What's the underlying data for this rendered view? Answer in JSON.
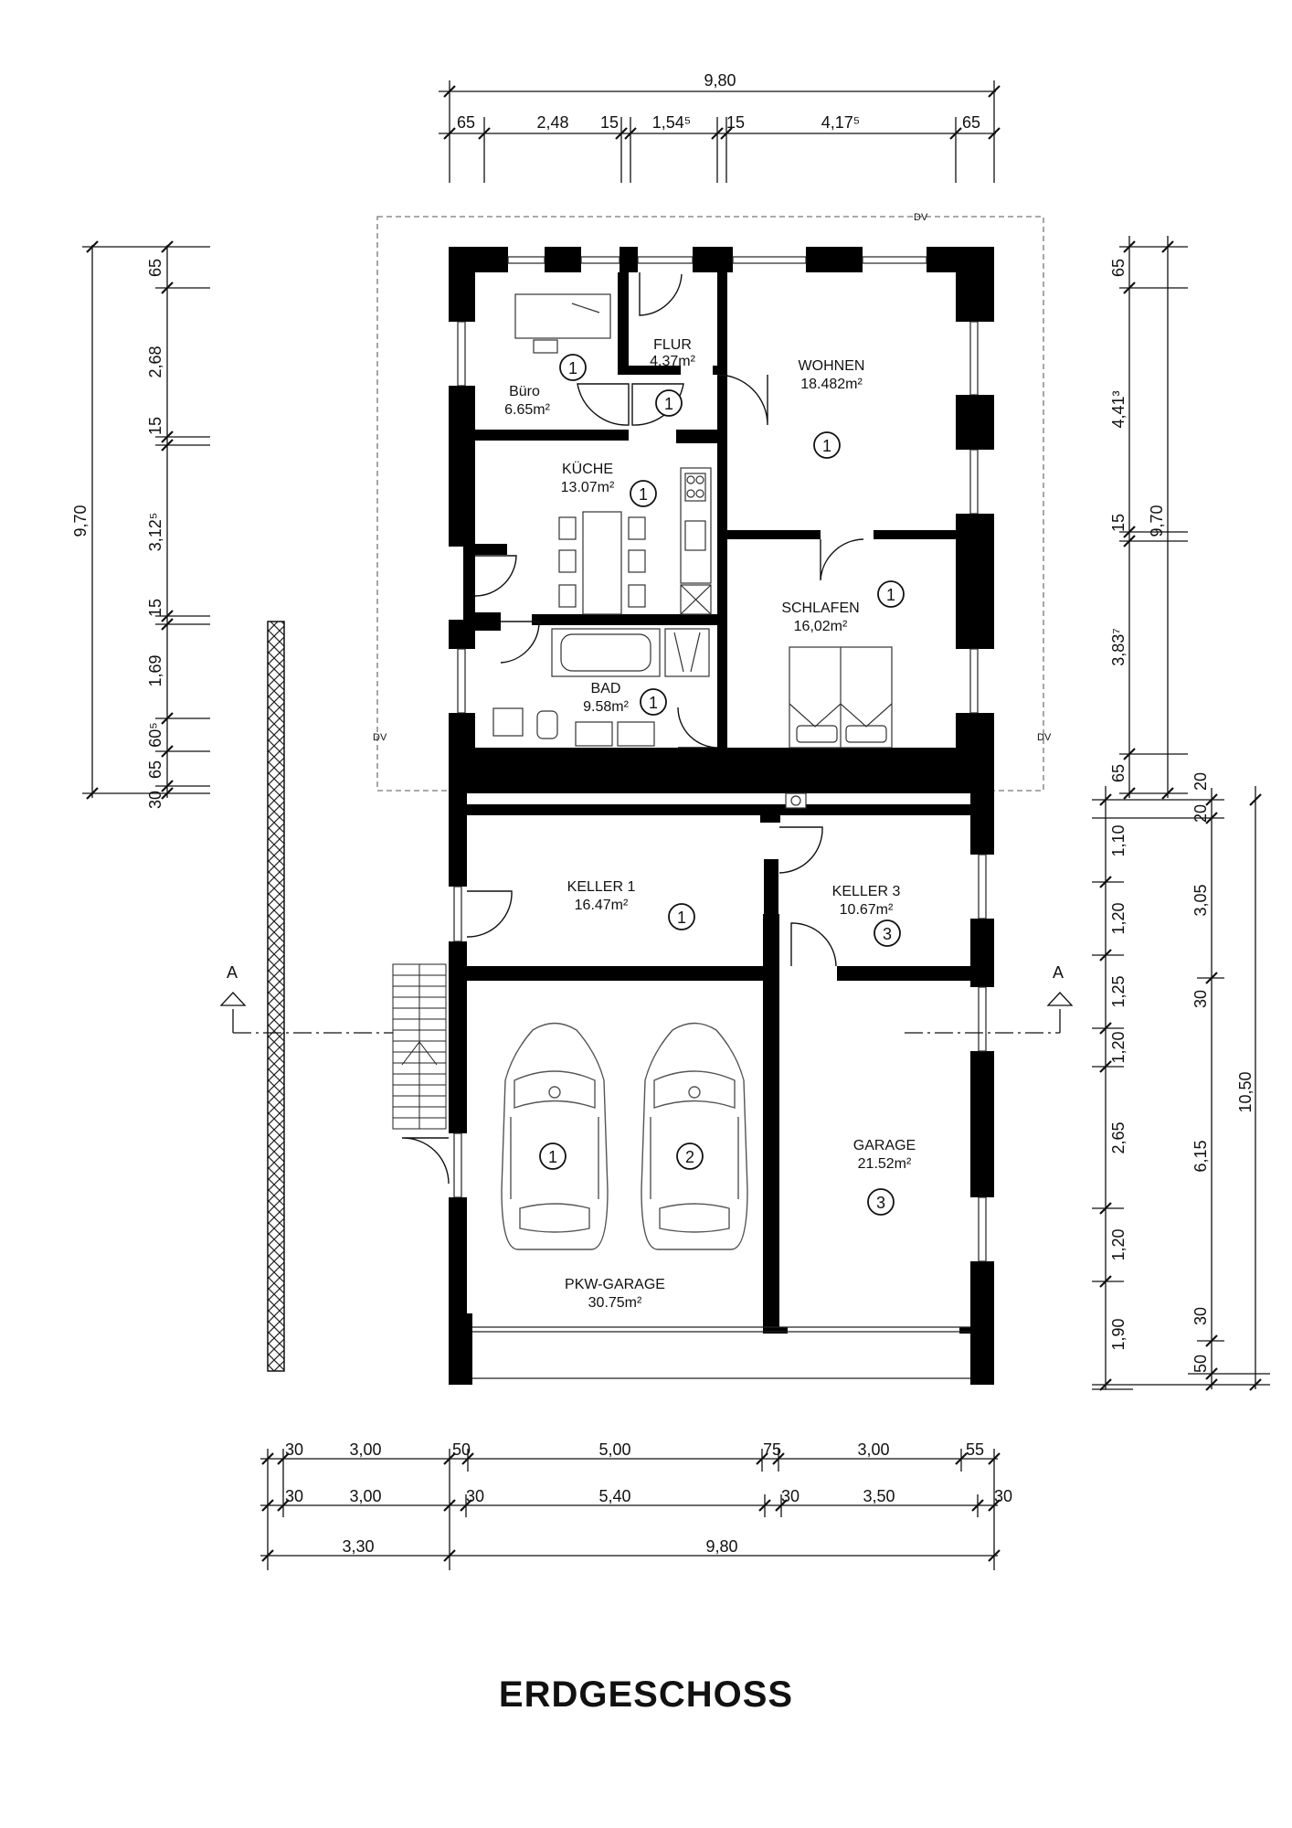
{
  "title": "ERDGESCHOSS",
  "rooms": [
    {
      "name": "Büro",
      "area": "6.65m²",
      "badge": "1"
    },
    {
      "name": "FLUR",
      "area": "4.37m²",
      "badge": "1"
    },
    {
      "name": "WOHNEN",
      "area": "18.482m²",
      "badge": "1"
    },
    {
      "name": "KÜCHE",
      "area": "13.07m²",
      "badge": "1"
    },
    {
      "name": "SCHLAFEN",
      "area": "16,02m²",
      "badge": "1"
    },
    {
      "name": "BAD",
      "area": "9.58m²",
      "badge": "1"
    },
    {
      "name": "KELLER 1",
      "area": "16.47m²",
      "badge": "1"
    },
    {
      "name": "KELLER 3",
      "area": "10.67m²",
      "badge": "3"
    },
    {
      "name": "GARAGE",
      "area": "21.52m²",
      "badge": "3"
    },
    {
      "name": "PKW-GARAGE",
      "area": "30.75m²",
      "badge": ""
    }
  ],
  "extra_badges": [
    "1",
    "1",
    "2"
  ],
  "top_dims": {
    "overall": "9,80",
    "segments": [
      "65",
      "2,48",
      "15",
      "1,54⁵",
      "15",
      "4,17⁵",
      "65"
    ]
  },
  "left_dims": {
    "overall": "9,70",
    "segments": [
      "65",
      "2,68",
      "15",
      "3,12⁵",
      "15",
      "1,69",
      "60⁵",
      "65",
      "30"
    ]
  },
  "right_dims": {
    "upper_overall": "9,70",
    "upper_segments": [
      "65",
      "4,41³",
      "15",
      "3,83⁷",
      "65"
    ],
    "lower_overall": "10,50",
    "mid_segments": [
      "20",
      "20",
      "3,05",
      "30",
      "6,15",
      "30",
      "50"
    ],
    "inner_segments": [
      "1,10",
      "1,20",
      "1,25",
      "1,20",
      "2,65",
      "1,20",
      "1,90"
    ]
  },
  "bottom_dims": {
    "row1": [
      "30",
      "3,00",
      "50",
      "5,00",
      "75",
      "3,00",
      "55"
    ],
    "row2": [
      "30",
      "3,00",
      "30",
      "5,40",
      "30",
      "3,50",
      "30"
    ],
    "row3": [
      "3,30",
      "9,80"
    ]
  },
  "section_marks": [
    "A",
    "A"
  ],
  "dv_labels": [
    "DV",
    "DV",
    "DV"
  ]
}
